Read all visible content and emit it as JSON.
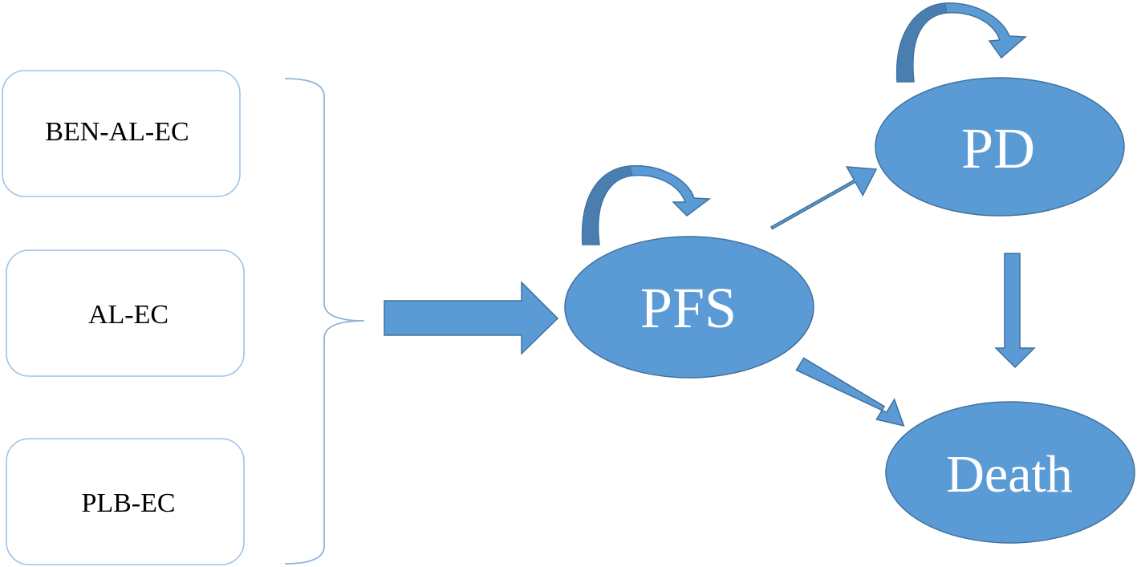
{
  "treatments": [
    {
      "label": "BEN-AL-EC"
    },
    {
      "label": "AL-EC"
    },
    {
      "label": "PLB-EC"
    }
  ],
  "states": {
    "pfs": "PFS",
    "pd": "PD",
    "death": "Death"
  },
  "colors": {
    "state_fill": "#5B9BD5",
    "state_stroke": "#41719C",
    "loop_dark": "#4A7DB0",
    "box_stroke": "#9DC3E6",
    "bracket": "#8FB3DC",
    "state_text": "#FFFFFF",
    "box_text": "#000000"
  }
}
